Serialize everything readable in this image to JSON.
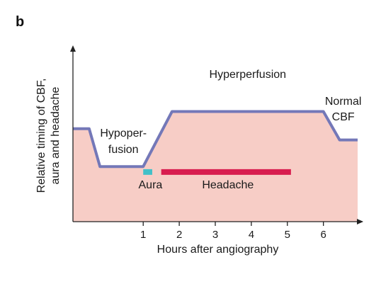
{
  "panel_label": "b",
  "colors": {
    "area_fill": "#f7cdc6",
    "cbf_line": "#7478b8",
    "aura_bar": "#42c0c8",
    "headache_bar": "#d81d4f",
    "axis": "#222222"
  },
  "chart_data": {
    "type": "line",
    "title": "",
    "xlabel": "Hours after angiography",
    "ylabel_lines": [
      "Relative timing of CBF,",
      "aura and headache"
    ],
    "xlim": [
      -0.95,
      6.95
    ],
    "ylim": [
      0,
      10
    ],
    "x_ticks": [
      1,
      2,
      3,
      4,
      5,
      6
    ],
    "x_tick_labels": [
      "1",
      "2",
      "3",
      "4",
      "5",
      "6"
    ],
    "series": [
      {
        "name": "",
        "x": [
          -0.95,
          -0.5,
          -0.2,
          0.4,
          1.0,
          1.8,
          2.85,
          4.5,
          6.0,
          6.45,
          7.95
        ],
        "y": [
          5.4,
          5.4,
          3.2,
          3.2,
          3.2,
          6.4,
          6.4,
          6.4,
          6.4,
          4.75,
          4.75
        ]
      }
    ],
    "bars": [
      {
        "label": "Aura",
        "start": 1.0,
        "end": 1.25
      },
      {
        "label": "Headache",
        "start": 1.5,
        "end": 5.1
      }
    ],
    "annotations": [
      {
        "text_lines": [
          "Hyperperfusion"
        ]
      },
      {
        "text_lines": [
          "Normal",
          "CBF"
        ]
      },
      {
        "text_lines": [
          "Hypoper-",
          "fusion"
        ]
      }
    ]
  }
}
